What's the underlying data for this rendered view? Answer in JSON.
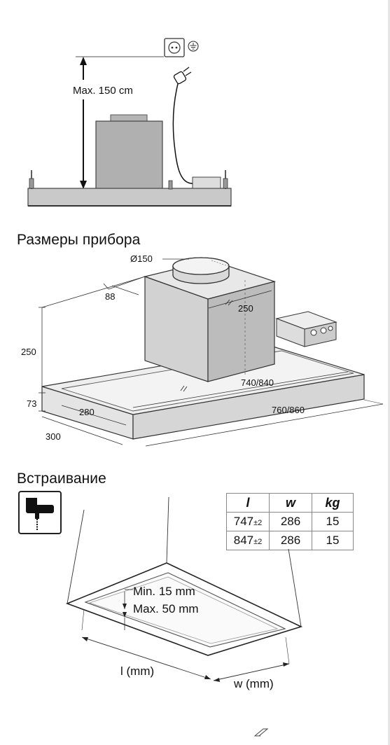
{
  "top_diagram": {
    "max_height_label": "Max. 150 cm",
    "socket_icon": "power-socket-icon",
    "ground_icon": "earth-ground-icon"
  },
  "dimensions_section": {
    "title": "Размеры прибора",
    "labels": {
      "duct_diameter": "Ø150",
      "offset": "88",
      "chimney_depth": "250",
      "height": "250",
      "body_height": "73",
      "inner_depth": "280",
      "outer_depth": "300",
      "inner_width": "740/840",
      "outer_width": "760/860"
    }
  },
  "installation_section": {
    "title": "Встраивание",
    "tool_icon": "jigsaw-icon",
    "table": {
      "headers": [
        "l",
        "w",
        "kg"
      ],
      "rows": [
        {
          "l": "747",
          "tol": "±2",
          "w": "286",
          "kg": "15"
        },
        {
          "l": "847",
          "tol": "±2",
          "w": "286",
          "kg": "15"
        }
      ]
    },
    "labels": {
      "min": "Min. 15 mm",
      "max": "Max. 50 mm",
      "length": "l (mm)",
      "width": "w (mm)"
    }
  },
  "footer": {
    "mark_icon": "page-mark-icon"
  }
}
